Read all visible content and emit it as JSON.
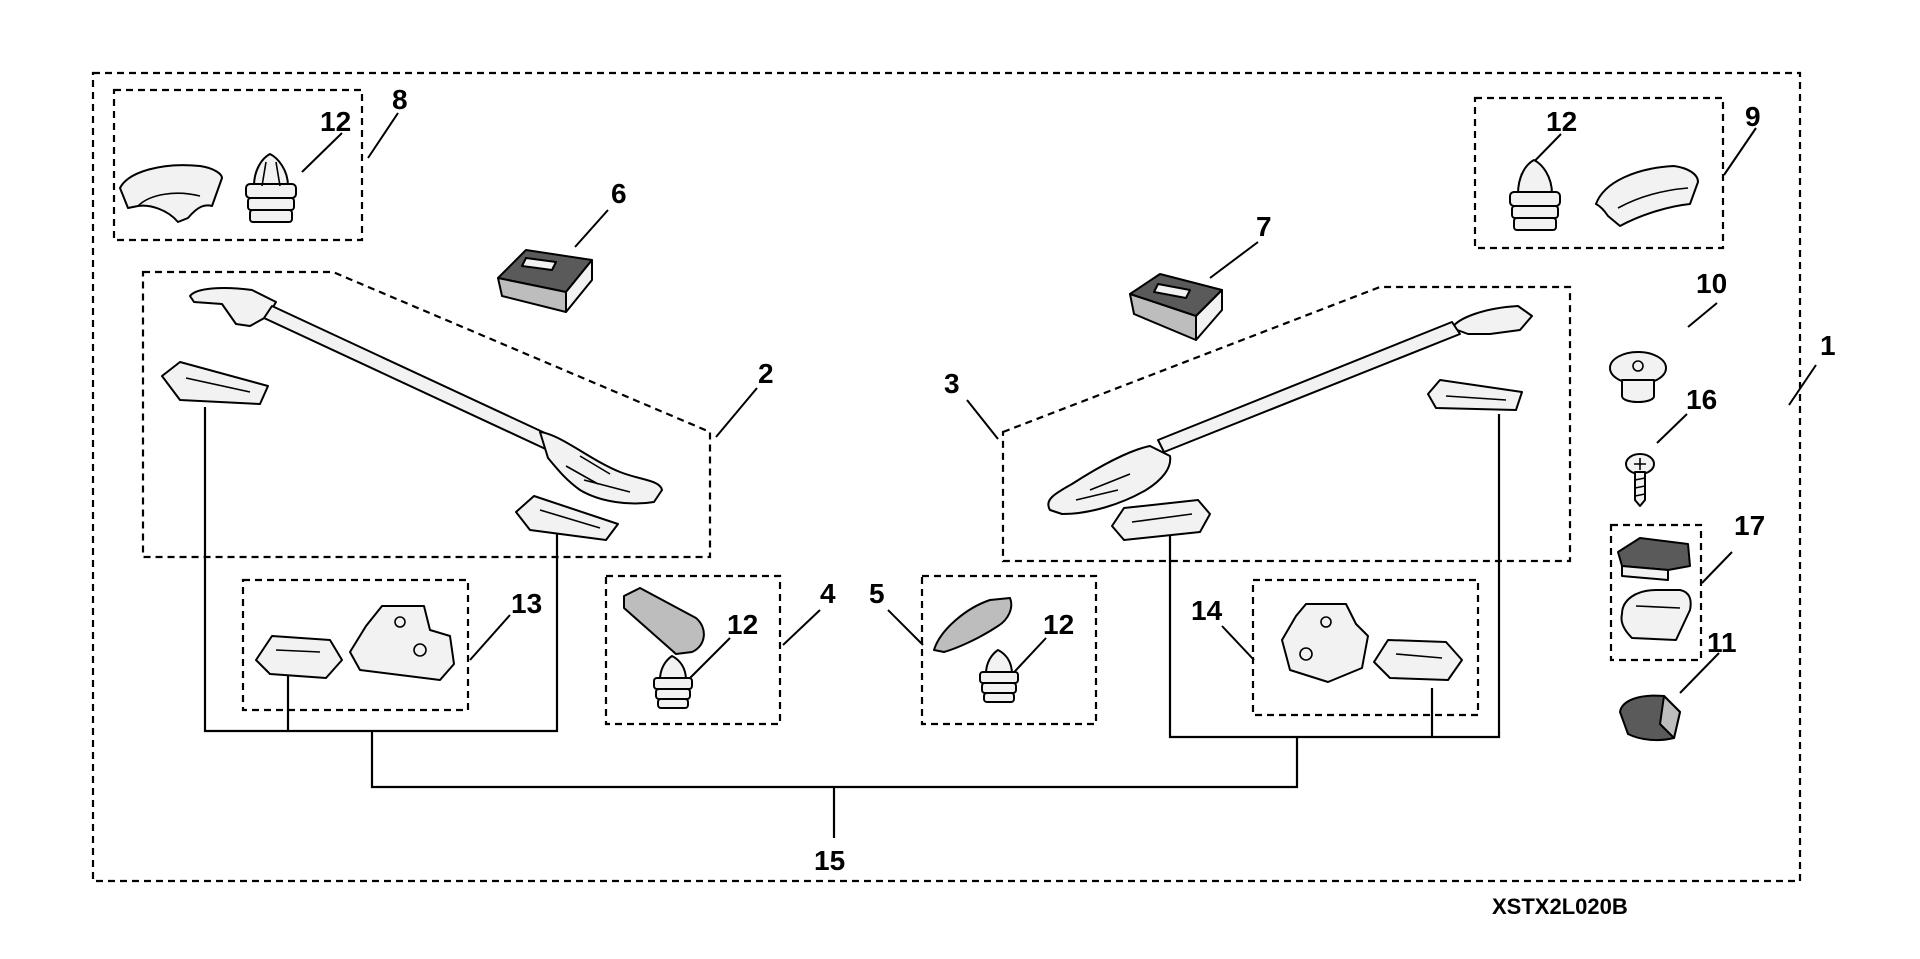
{
  "callouts": {
    "c1": "1",
    "c2": "2",
    "c3": "3",
    "c4": "4",
    "c5": "5",
    "c6": "6",
    "c7": "7",
    "c8": "8",
    "c9": "9",
    "c10": "10",
    "c11": "11",
    "c12a": "12",
    "c12b": "12",
    "c12c": "12",
    "c12d": "12",
    "c13": "13",
    "c14": "14",
    "c15": "15",
    "c16": "16",
    "c17": "17"
  },
  "diagram_code": "XSTX2L020B"
}
